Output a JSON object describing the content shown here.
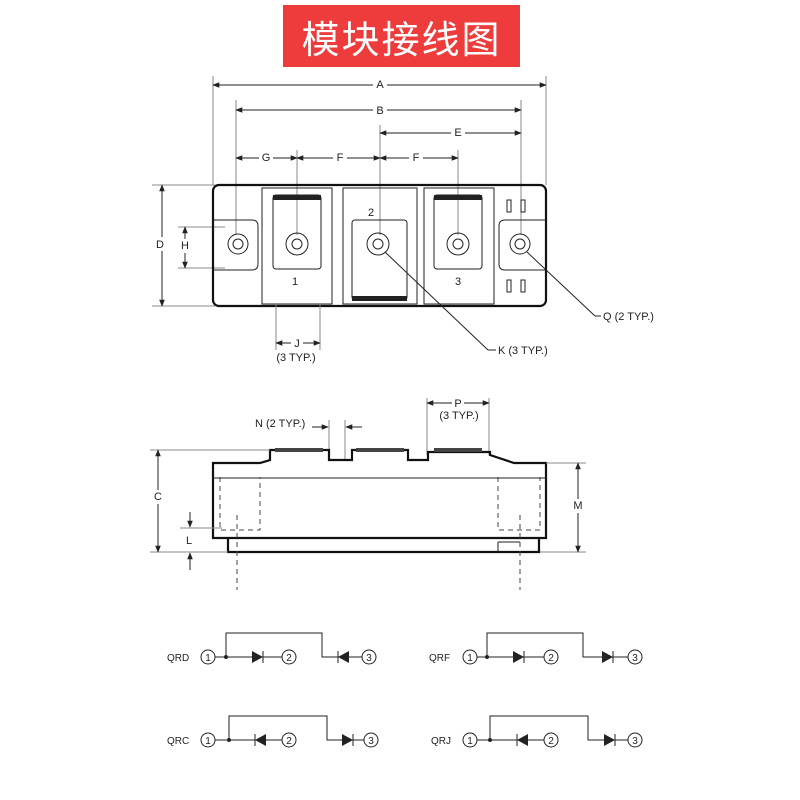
{
  "title": "模块接线图",
  "dimensions": {
    "A": "A",
    "B": "B",
    "E": "E",
    "G": "G",
    "F": "F",
    "D": "D",
    "H": "H",
    "J": "J",
    "three_typ": "(3 TYP.)",
    "K": "K (3 TYP.)",
    "Q": "Q (2 TYP.)",
    "N": "N (2 TYP.)",
    "P": "P",
    "C": "C",
    "L": "L",
    "M": "M"
  },
  "terminals": {
    "t1": "1",
    "t2": "2",
    "t3": "3"
  },
  "circuits": [
    {
      "name": "QRD",
      "nodes": [
        "1",
        "2",
        "3"
      ]
    },
    {
      "name": "QRF",
      "nodes": [
        "1",
        "2",
        "3"
      ]
    },
    {
      "name": "QRC",
      "nodes": [
        "1",
        "2",
        "3"
      ]
    },
    {
      "name": "QRJ",
      "nodes": [
        "1",
        "2",
        "3"
      ]
    }
  ]
}
